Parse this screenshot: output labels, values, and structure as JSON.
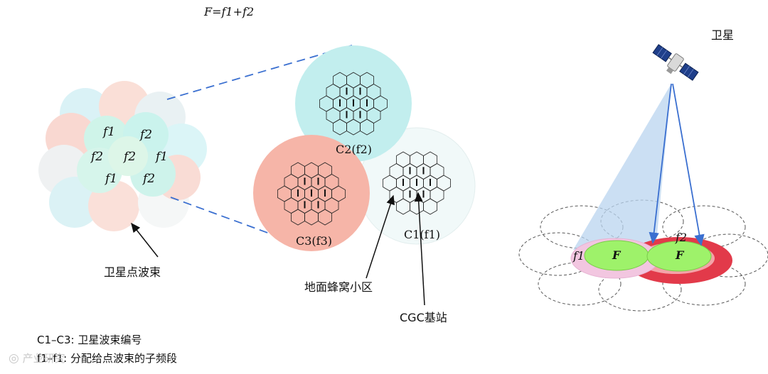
{
  "formula": "F=f1+f2",
  "cluster_labels": [
    "f1",
    "f2",
    "f2",
    "f2",
    "f1",
    "f1",
    "f2"
  ],
  "cell_groups": [
    {
      "id": "C2",
      "label": "C2(f2)",
      "color": "#bfeeee"
    },
    {
      "id": "C3",
      "label": "C3(f3)",
      "color": "#f7b9ac"
    },
    {
      "id": "C1",
      "label": "C1(f1)",
      "color": "#eef8f8"
    }
  ],
  "labels": {
    "spot_beam": "卫星点波束",
    "ground_cell": "地面蜂窝小区",
    "cgc": "CGC基站",
    "satellite": "卫星"
  },
  "beam_labels": {
    "f1": "f1",
    "f2": "f2",
    "F": "F"
  },
  "legend": {
    "line1": "C1–C3: 卫星波束编号",
    "line2": "f1–f1: 分配给点波束的子频段"
  },
  "watermark": "产业研究",
  "colors": {
    "dash": "#3a6fd0",
    "green": "#9ef26a",
    "red": "#e23a4a",
    "pink": "#f0b4d8",
    "beam": "#b9d4ef",
    "arrow": "#3a6fd0"
  }
}
